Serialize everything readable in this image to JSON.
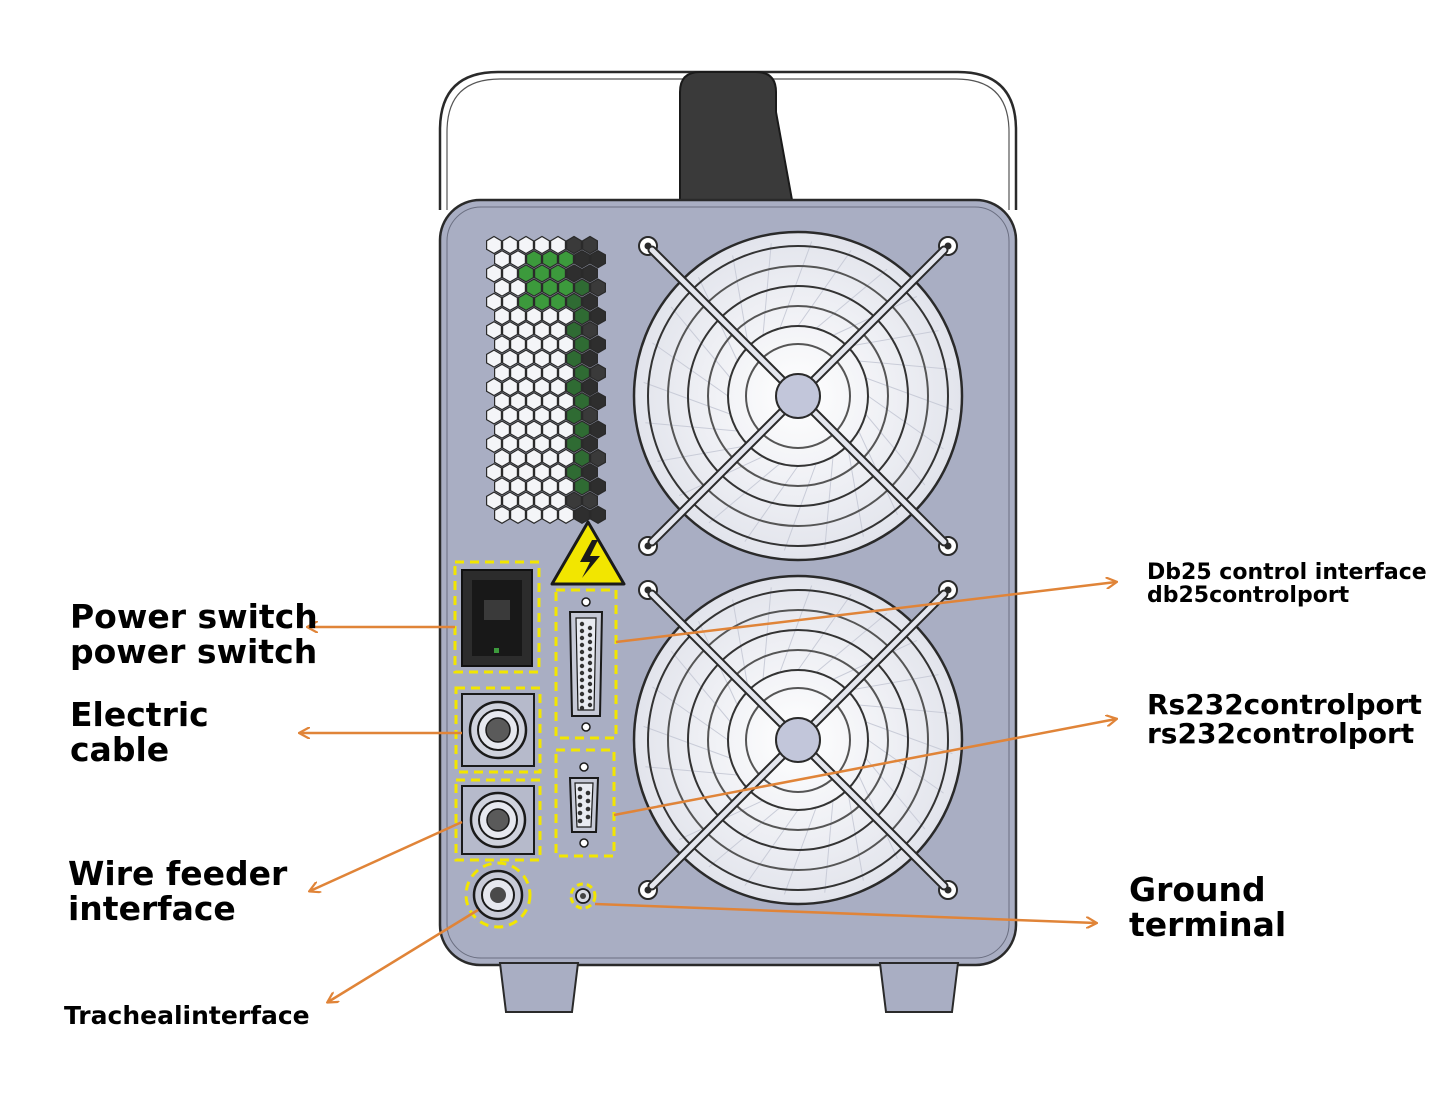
{
  "labels": {
    "power_switch": [
      "Power switch",
      "power switch"
    ],
    "electric_cable": [
      "Electric",
      "cable"
    ],
    "wire_feeder": [
      "Wire feeder",
      "interface"
    ],
    "tracheal": "Trachealinterface",
    "db25": [
      "Db25 control interface",
      "db25controlport"
    ],
    "rs232": [
      "Rs232controlport",
      "rs232controlport"
    ],
    "ground": [
      "Ground",
      "terminal"
    ]
  },
  "colors": {
    "arrow": "#e08438",
    "highlight": "#f2e600",
    "panel": "#a9aec3",
    "outline": "#2a2a2a",
    "vent_green": "#3c9a3c"
  },
  "icons": [
    "warning-triangle-icon",
    "power-switch-icon",
    "fan-guard-icon",
    "db25-connector-icon",
    "db9-connector-icon",
    "round-connector-icon",
    "ground-screw-icon"
  ]
}
